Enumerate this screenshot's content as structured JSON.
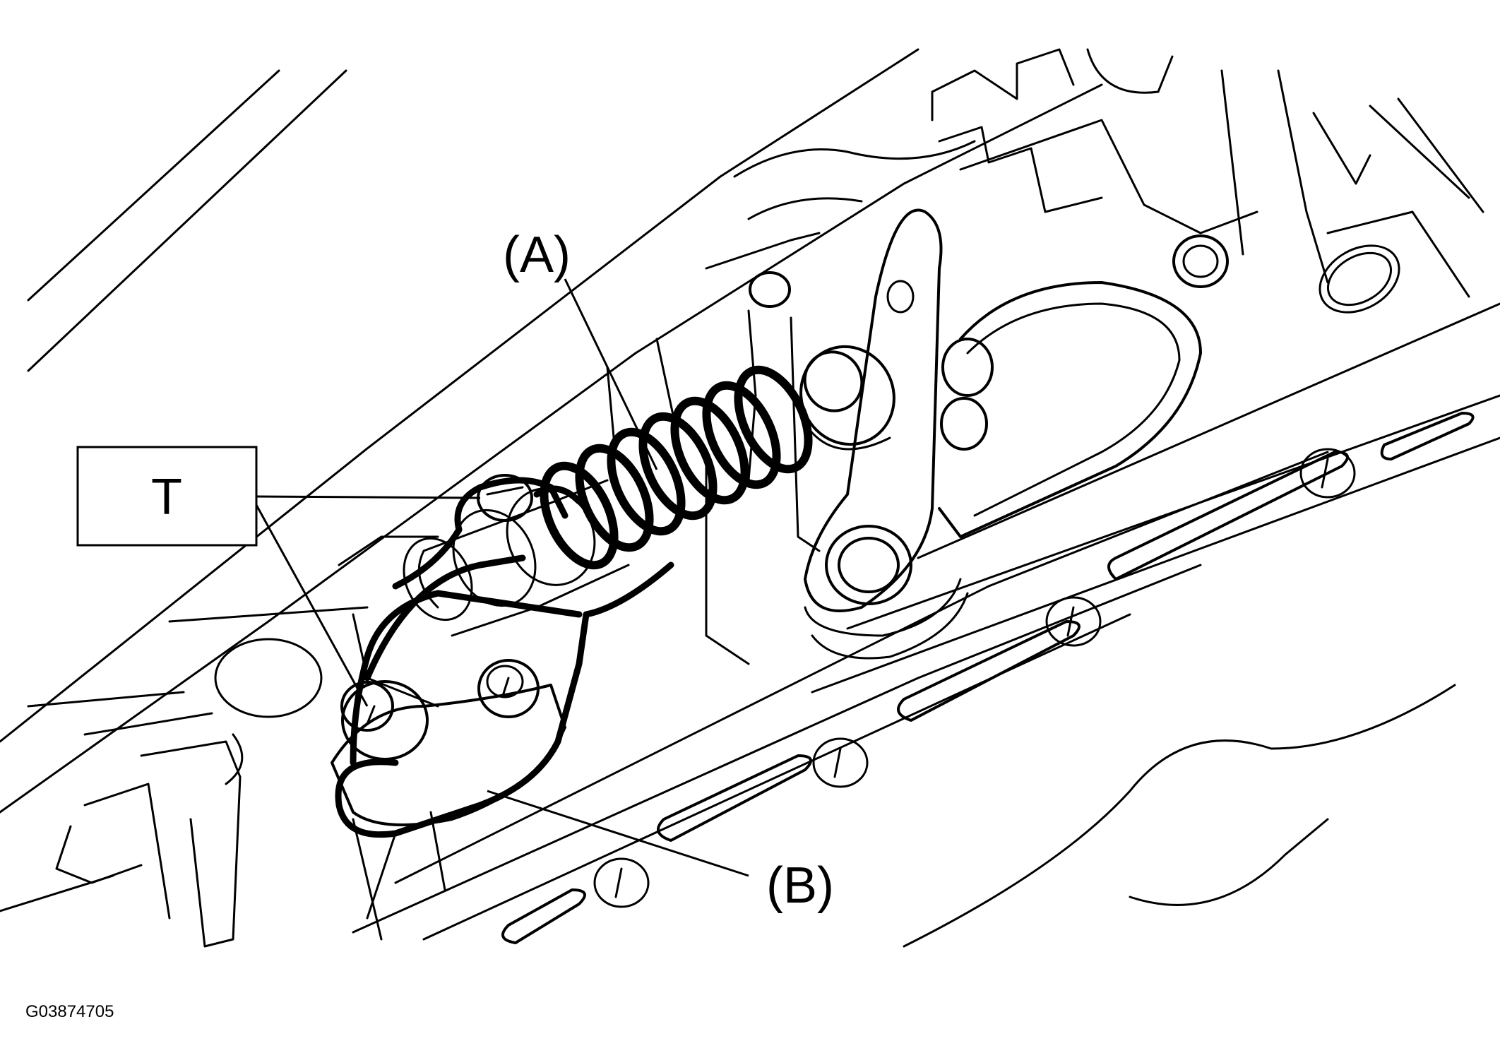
{
  "labels": {
    "a": "(A)",
    "b": "(B)",
    "t": "T"
  },
  "figure_id": "G03874705"
}
